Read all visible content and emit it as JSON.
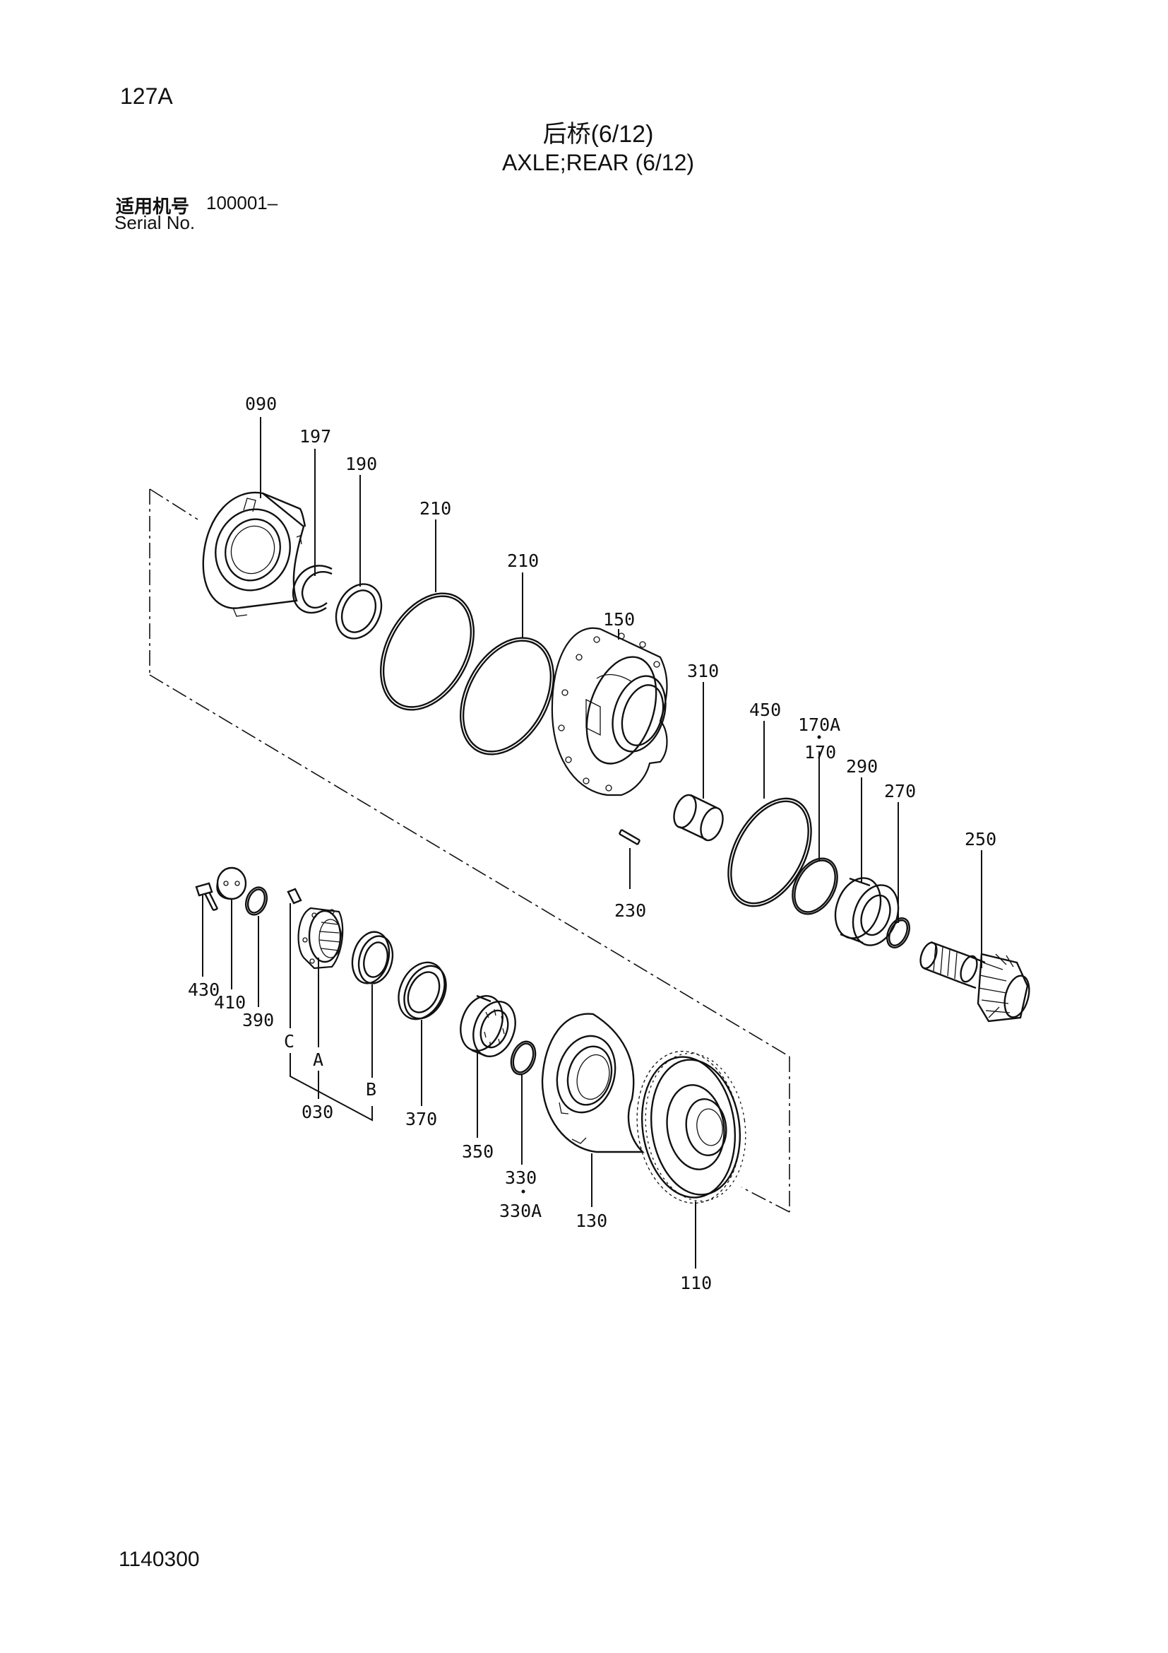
{
  "header": {
    "page_number": "127A",
    "title_cn": "后桥(6/12)",
    "title_en": "AXLE;REAR (6/12)",
    "serial_label_cn": "适用机号",
    "serial_value": "100001–",
    "serial_label_en": "Serial No."
  },
  "callouts": {
    "p090": "090",
    "p197": "197",
    "p190": "190",
    "p210a": "210",
    "p210b": "210",
    "p150": "150",
    "p310": "310",
    "p450": "450",
    "p170A": "170A",
    "p170": "170",
    "p290": "290",
    "p270": "270",
    "p250": "250",
    "p230": "230",
    "p430": "430",
    "p410": "410",
    "p390": "390",
    "pC": "C",
    "pA": "A",
    "pB": "B",
    "p030": "030",
    "p370": "370",
    "p350": "350",
    "p330": "330",
    "p330A": "330A",
    "p130": "130",
    "p110": "110"
  },
  "footer": {
    "doc_code": "1140300"
  }
}
